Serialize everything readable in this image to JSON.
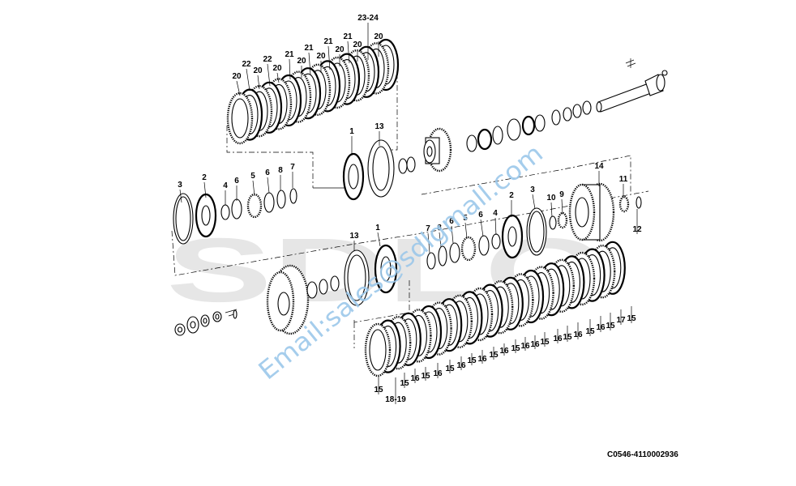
{
  "diagram": {
    "drawing_code": "C0546-4110002936",
    "watermark": {
      "logo_text": "SDLG",
      "email_text": "Email:sales@sdlgmall.com"
    },
    "callouts": {
      "top_stack": [
        {
          "label": "20"
        },
        {
          "label": "22"
        },
        {
          "label": "20"
        },
        {
          "label": "22"
        },
        {
          "label": "20"
        },
        {
          "label": "21"
        },
        {
          "label": "20"
        },
        {
          "label": "21"
        },
        {
          "label": "20"
        },
        {
          "label": "21"
        },
        {
          "label": "20"
        },
        {
          "label": "21"
        },
        {
          "label": "20"
        },
        {
          "label": "23-24"
        },
        {
          "label": "20"
        }
      ],
      "middle_left": [
        {
          "label": "3"
        },
        {
          "label": "2"
        },
        {
          "label": "6"
        },
        {
          "label": "4"
        },
        {
          "label": "5"
        },
        {
          "label": "6"
        },
        {
          "label": "8"
        },
        {
          "label": "7"
        },
        {
          "label": "1"
        },
        {
          "label": "13"
        }
      ],
      "middle_right": [
        {
          "label": "2"
        },
        {
          "label": "3"
        },
        {
          "label": "10"
        },
        {
          "label": "9"
        },
        {
          "label": "14"
        },
        {
          "label": "11"
        },
        {
          "label": "12"
        }
      ],
      "lower_middle": [
        {
          "label": "13"
        },
        {
          "label": "1"
        },
        {
          "label": "7"
        },
        {
          "label": "8"
        },
        {
          "label": "6"
        },
        {
          "label": "5"
        },
        {
          "label": "6"
        },
        {
          "label": "4"
        }
      ],
      "bottom_stack": [
        {
          "label": "15"
        },
        {
          "label": "18-19"
        },
        {
          "label": "15"
        },
        {
          "label": "16"
        },
        {
          "label": "15"
        },
        {
          "label": "16"
        },
        {
          "label": "15"
        },
        {
          "label": "16"
        },
        {
          "label": "15"
        },
        {
          "label": "16"
        },
        {
          "label": "15"
        },
        {
          "label": "16"
        },
        {
          "label": "15"
        },
        {
          "label": "16"
        },
        {
          "label": "16"
        },
        {
          "label": "15"
        },
        {
          "label": "16"
        },
        {
          "label": "15"
        },
        {
          "label": "16"
        },
        {
          "label": "15"
        },
        {
          "label": "16"
        },
        {
          "label": "15"
        },
        {
          "label": "17"
        },
        {
          "label": "15"
        }
      ]
    }
  }
}
